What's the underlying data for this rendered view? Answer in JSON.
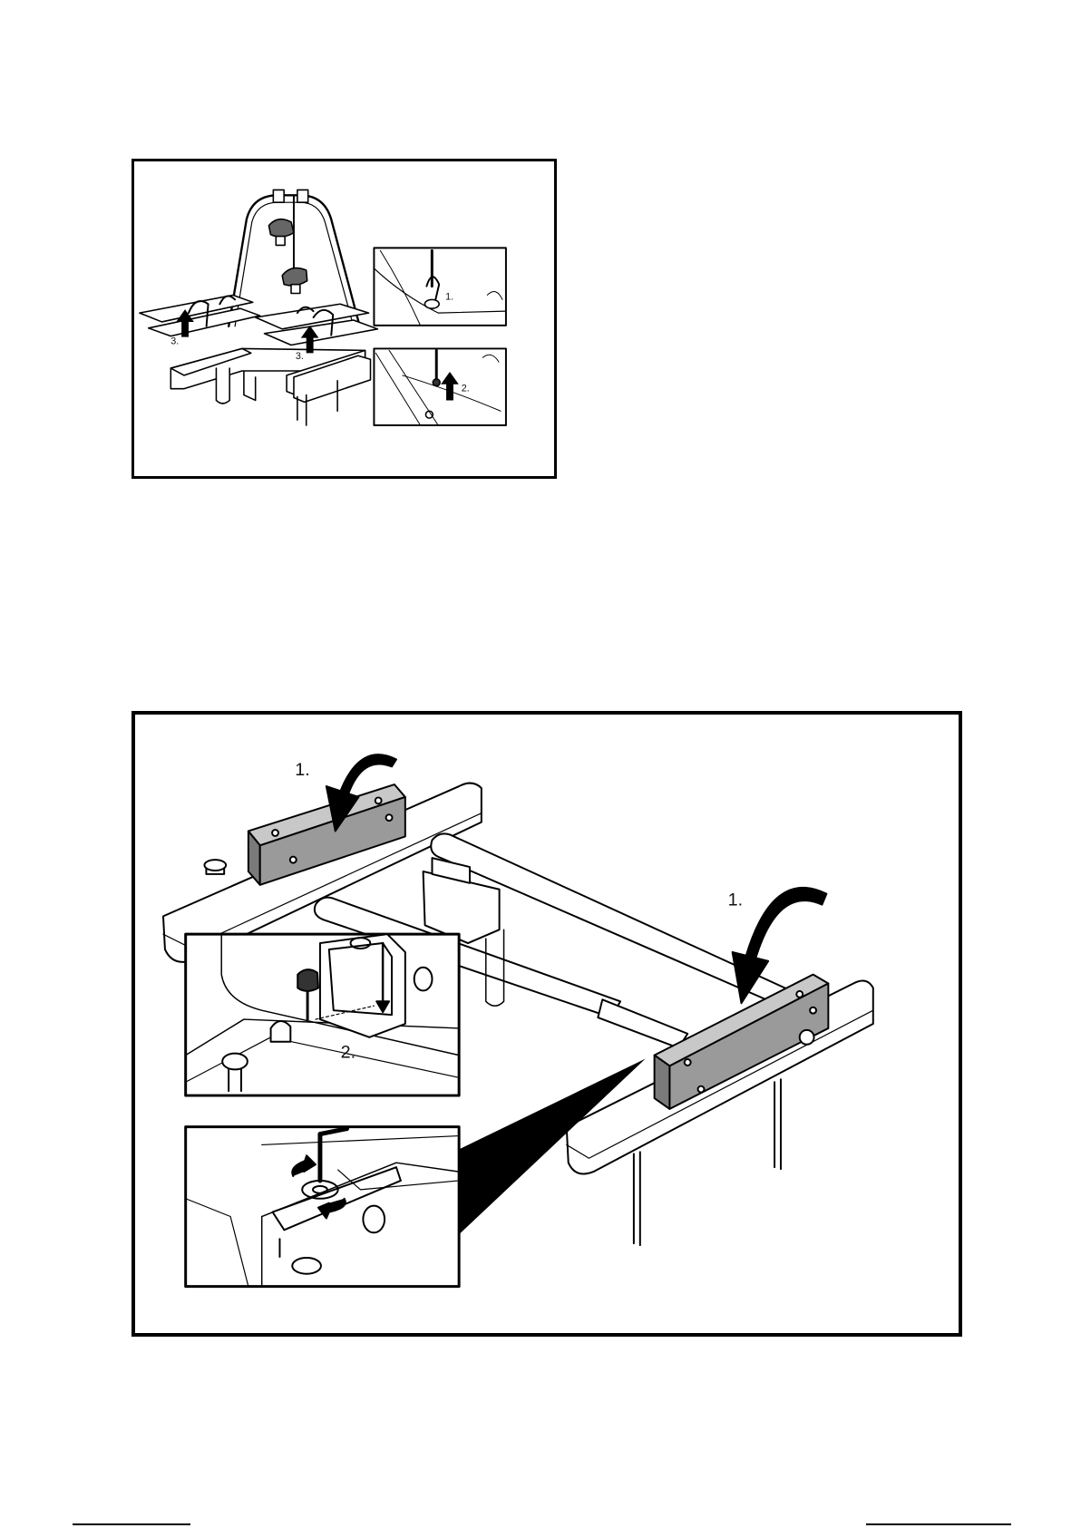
{
  "top_figure": {
    "step_labels": {
      "lock_lift": "1.",
      "pin_raise": "2.",
      "arm_left": "3.",
      "arm_right": "3."
    }
  },
  "bottom_figure": {
    "step_labels": {
      "rail_left": "1.",
      "rail_right": "1.",
      "bolt_insert": "2."
    }
  },
  "colors": {
    "line": "#000000",
    "rail_fill": "#9a9a9a",
    "background": "#ffffff"
  }
}
